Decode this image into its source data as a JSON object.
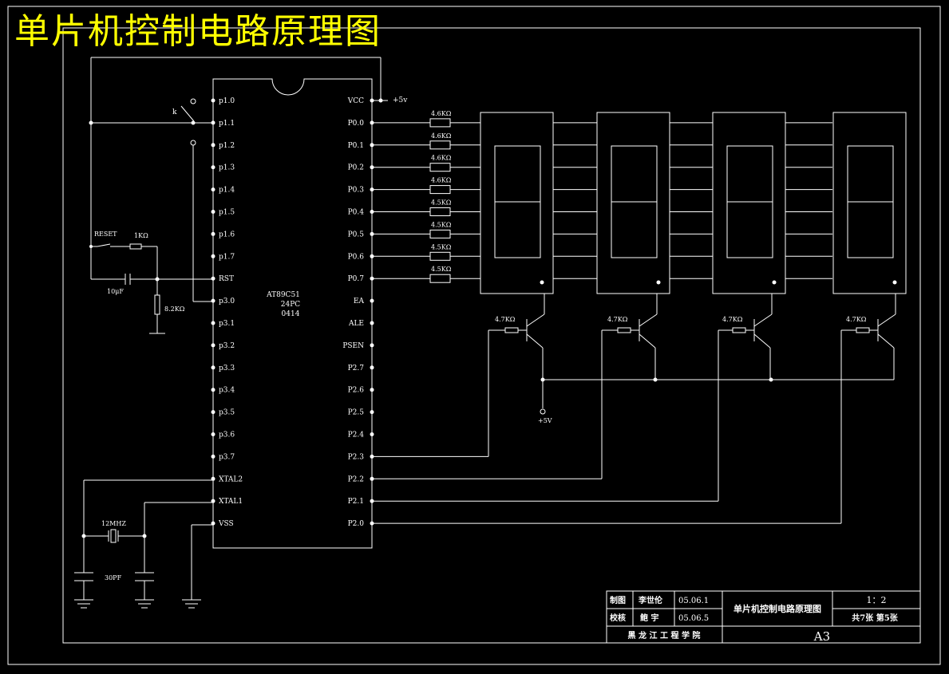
{
  "title": "单片机控制电路原理图",
  "chip": {
    "left_pins": [
      "p1.0",
      "p1.1",
      "p1.2",
      "p1.3",
      "p1.4",
      "p1.5",
      "p1.6",
      "p1.7",
      "RST",
      "p3.0",
      "p3.1",
      "p3.2",
      "p3.3",
      "p3.4",
      "p3.5",
      "p3.6",
      "p3.7",
      "XTAL2",
      "XTAL1",
      "VSS"
    ],
    "right_pins": [
      "VCC",
      "P0.0",
      "P0.1",
      "P0.2",
      "P0.3",
      "P0.4",
      "P0.5",
      "P0.6",
      "P0.7",
      "EA",
      "ALE",
      "PSEN",
      "P2.7",
      "P2.6",
      "P2.5",
      "P2.4",
      "P2.3",
      "P2.2",
      "P2.1",
      "P2.0"
    ],
    "model": "AT89C51",
    "package": "24PC",
    "code": "0414"
  },
  "labels": {
    "vcc_supply": "+5v",
    "switch": "k",
    "reset": "RESET",
    "reset_resistor": "1KΩ",
    "capacitor": "10μF",
    "rst_resistor": "8.2KΩ",
    "crystal": "12MHZ",
    "crystal_caps": "30PF",
    "supply_bottom": "+5V"
  },
  "seg_resistors": [
    "4.6KΩ",
    "4.6KΩ",
    "4.6KΩ",
    "4.6KΩ",
    "4.5KΩ",
    "4.5KΩ",
    "4.5KΩ",
    "4.5KΩ"
  ],
  "transistor_resistors": [
    "4.7KΩ",
    "4.7KΩ",
    "4.7KΩ",
    "4.7KΩ"
  ],
  "title_block": {
    "drawn_label": "制图",
    "drawn_by": "李世伦",
    "drawn_date": "05.06.1",
    "checked_label": "校核",
    "checked_by": "鲍 宇",
    "checked_date": "05.06.5",
    "drawing_name": "单片机控制电路原理图",
    "scale": "1：2",
    "sheets": "共7张  第5张",
    "school": "黑 龙 江 工 程 学 院",
    "paper_size": "A3"
  }
}
